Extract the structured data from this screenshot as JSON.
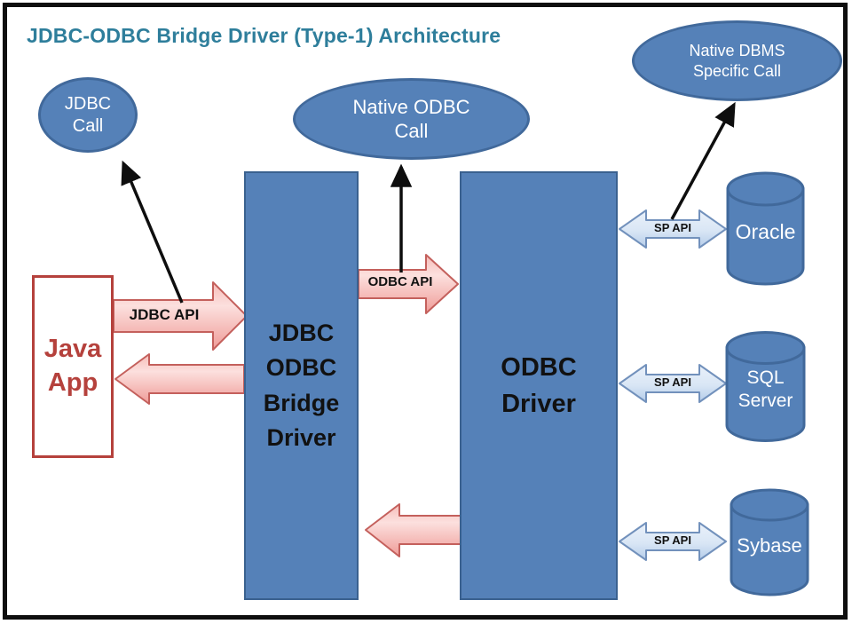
{
  "title": "JDBC-ODBC Bridge Driver (Type-1) Architecture",
  "colors": {
    "title_teal": "#2E7E9B",
    "shape_blue_fill": "#5581B8",
    "shape_blue_border": "#41699B",
    "java_app_red": "#B5413C",
    "pink_arrow_fill": "#F2A5A1",
    "pink_arrow_border": "#C4605C",
    "sp_arrow_fill": "#C9DBF0",
    "sp_arrow_border": "#7291BC",
    "black_arrow": "#0e0e0e"
  },
  "ellipses": {
    "jdbc_call": {
      "line1": "JDBC",
      "line2": "Call"
    },
    "native_odbc": {
      "line1": "Native ODBC",
      "line2": "Call"
    },
    "native_dbms": {
      "line1": "Native DBMS",
      "line2": "Specific Call"
    }
  },
  "boxes": {
    "java_app": {
      "line1": "Java",
      "line2": "App"
    },
    "bridge_driver": {
      "line1": "JDBC",
      "line2": "ODBC",
      "line3": "Bridge",
      "line4": "Driver"
    },
    "odbc_driver": {
      "line1": "ODBC",
      "line2": "Driver"
    }
  },
  "databases": {
    "oracle": {
      "line1": "Oracle"
    },
    "sql_server": {
      "line1": "SQL",
      "line2": "Server"
    },
    "sybase": {
      "line1": "Sybase"
    }
  },
  "arrow_labels": {
    "jdbc_api": "JDBC API",
    "odbc_api": "ODBC API",
    "sp_api": "SP API"
  }
}
